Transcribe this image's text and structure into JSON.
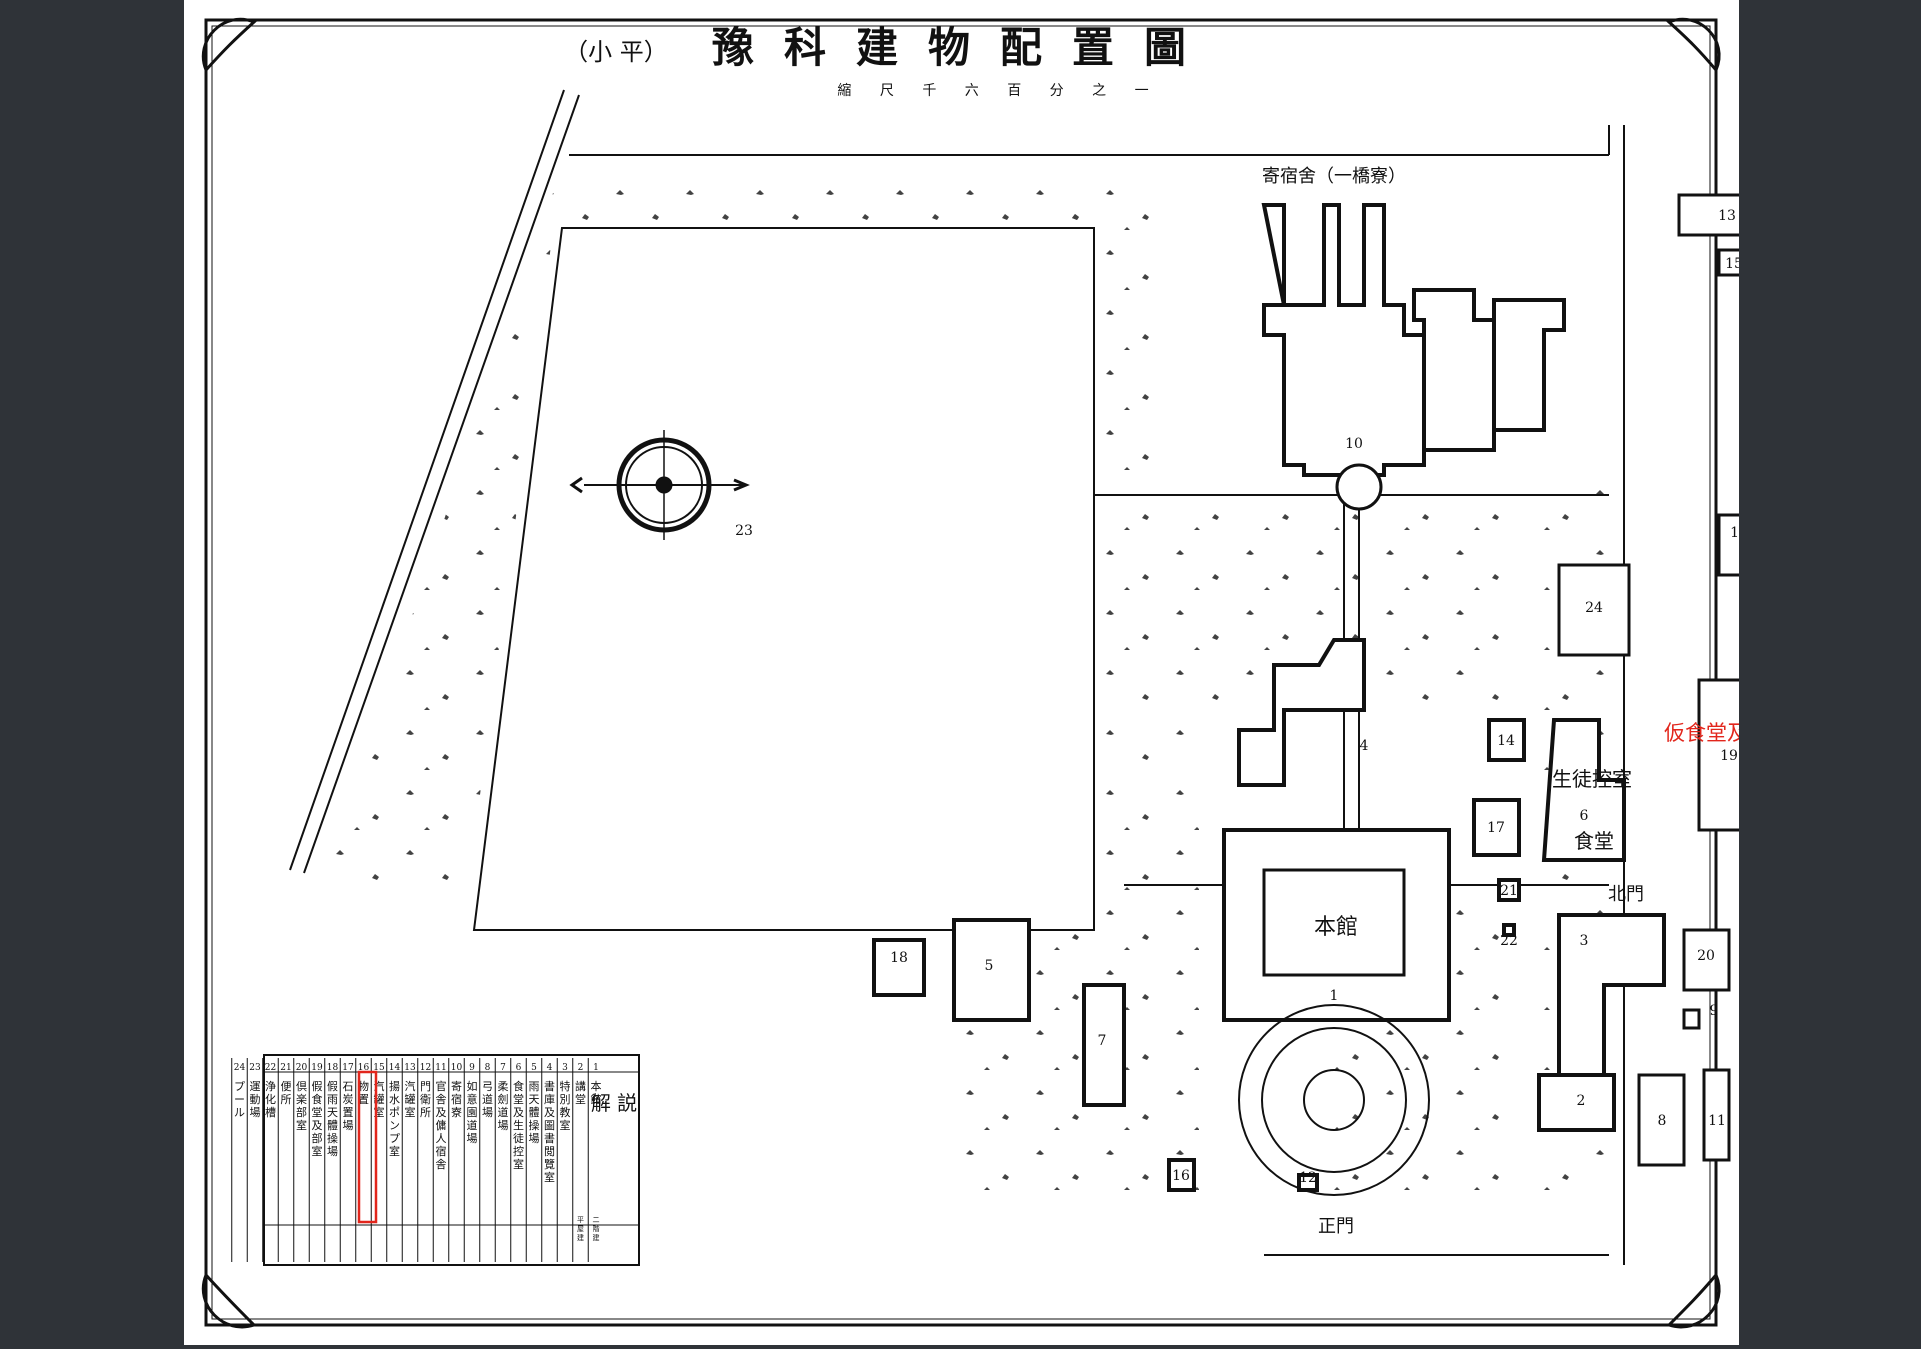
{
  "map": {
    "title": "豫科建物配置圖",
    "title_note": "（小 平）",
    "scale": "縮 尺 千 六 百 分 之 一",
    "gate_main": "正門",
    "gate_north": "北門",
    "dormitory": "寄宿舍（一橋寮）",
    "honkan": "本館",
    "student_room": "生徒控室",
    "dining": "食堂",
    "highlight_label": "仮食堂及部室",
    "highlight_color": "#e2261c",
    "ink_color": "#111111",
    "building_numbers": [
      "1",
      "2",
      "3",
      "4",
      "5",
      "6",
      "7",
      "8",
      "9",
      "10",
      "11",
      "11",
      "12",
      "13",
      "14",
      "15",
      "16",
      "17",
      "18",
      "19",
      "20",
      "21",
      "22",
      "23",
      "24"
    ]
  },
  "legend": {
    "heading": "解 説",
    "items": [
      {
        "no": "1",
        "name": "本館",
        "note": "二階建"
      },
      {
        "no": "2",
        "name": "講堂",
        "note": "平屋建"
      },
      {
        "no": "3",
        "name": "特別教室",
        "note": ""
      },
      {
        "no": "4",
        "name": "書庫及圖書閲覽室",
        "note": ""
      },
      {
        "no": "5",
        "name": "雨天體操場",
        "note": ""
      },
      {
        "no": "6",
        "name": "食堂及生徒控室",
        "note": ""
      },
      {
        "no": "7",
        "name": "柔劍道場",
        "note": ""
      },
      {
        "no": "8",
        "name": "弓道場",
        "note": ""
      },
      {
        "no": "9",
        "name": "如意園道場",
        "note": ""
      },
      {
        "no": "10",
        "name": "寄宿寮",
        "note": ""
      },
      {
        "no": "11",
        "name": "官舎及傭人宿舎",
        "note": ""
      },
      {
        "no": "12",
        "name": "門衛所",
        "note": ""
      },
      {
        "no": "13",
        "name": "汽罐室",
        "note": ""
      },
      {
        "no": "14",
        "name": "揚水ポンプ室",
        "note": ""
      },
      {
        "no": "15",
        "name": "汽罐室",
        "note": ""
      },
      {
        "no": "16",
        "name": "物置",
        "note": ""
      },
      {
        "no": "17",
        "name": "石炭置場",
        "note": ""
      },
      {
        "no": "18",
        "name": "假雨天體操場",
        "note": ""
      },
      {
        "no": "19",
        "name": "假食堂及部室",
        "note": ""
      },
      {
        "no": "20",
        "name": "倶楽部室",
        "note": ""
      },
      {
        "no": "21",
        "name": "便所",
        "note": ""
      },
      {
        "no": "22",
        "name": "浄化槽",
        "note": ""
      },
      {
        "no": "23",
        "name": "運動場",
        "note": ""
      },
      {
        "no": "24",
        "name": "プール",
        "note": ""
      }
    ]
  }
}
